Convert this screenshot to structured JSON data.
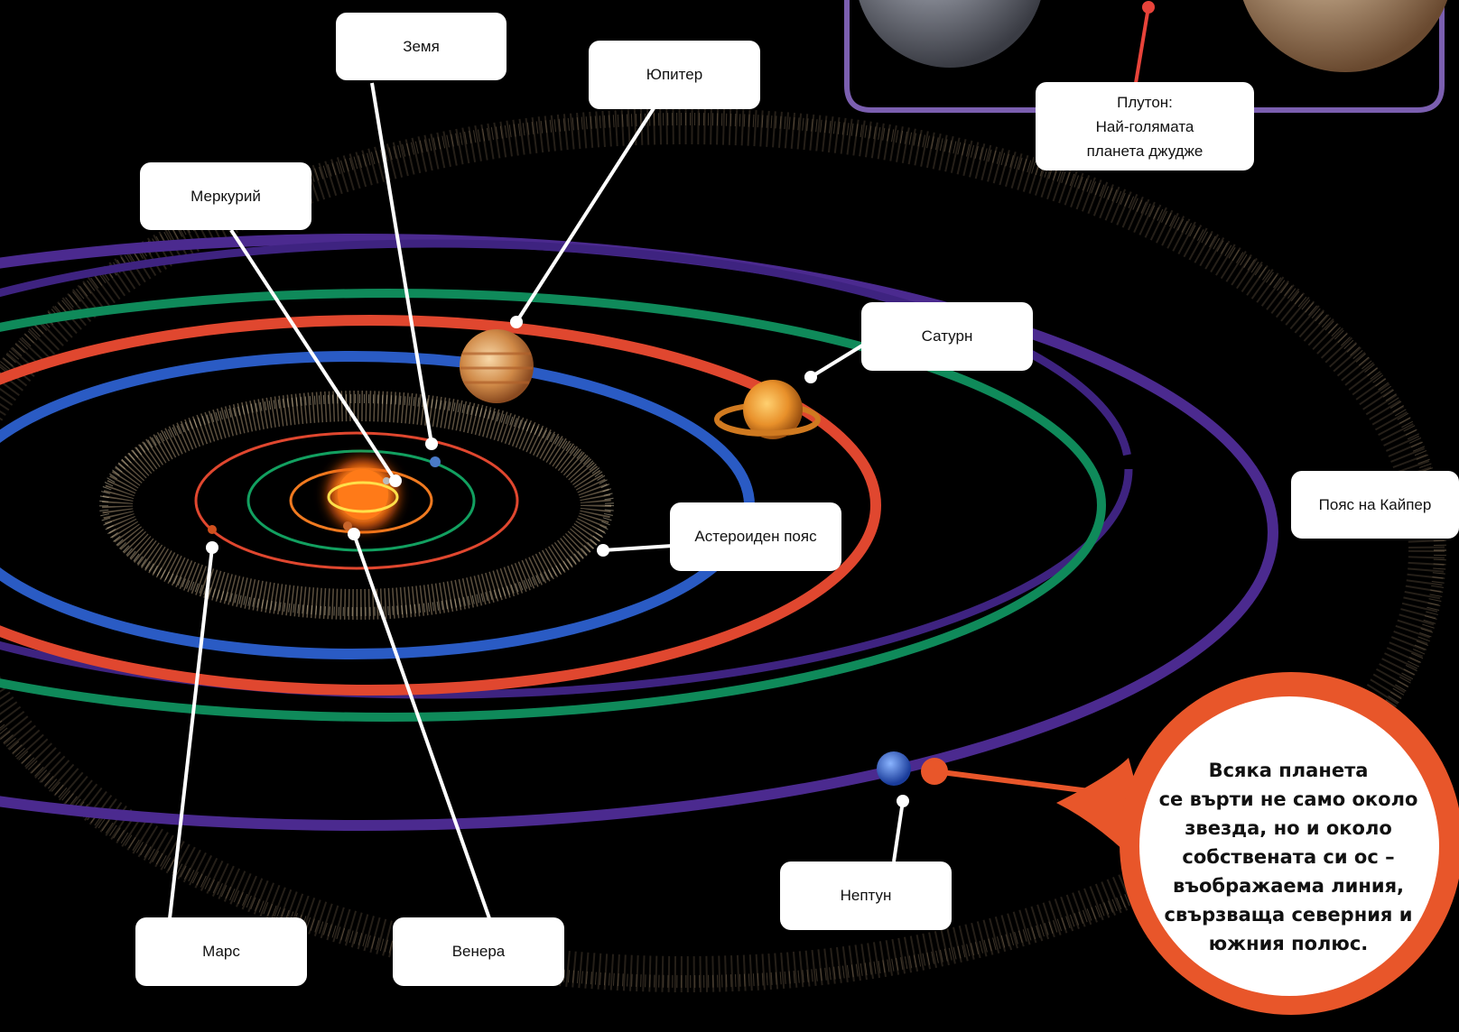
{
  "labels": {
    "zemya": "Земя",
    "yupiter": "Юпитер",
    "merkuriy": "Меркурий",
    "saturn": "Сатурн",
    "pluton": [
      "Плутон:",
      "Най-голямата",
      "планета джудже"
    ],
    "poyas_kayper": "Пояс на Кайпер",
    "asteroiden_poyas": "Астероиден пояс",
    "neptun": "Нептун",
    "mars": "Марс",
    "venera": "Венера"
  },
  "callout": {
    "lines": [
      "Всяка планета",
      "се върти не само около",
      "звезда, но и около",
      "собствената си ос –",
      "въображаема линия,",
      "свързваща северния и",
      "южния полюс."
    ]
  },
  "colors": {
    "background": "#000000",
    "orbit_purple": "#4b2a8f",
    "orbit_green": "#0f8a5a",
    "orbit_red": "#e0472f",
    "orbit_blue": "#2a5bc4",
    "callout_orange": "#e8562a",
    "inset_border": "#7b5fb0"
  }
}
